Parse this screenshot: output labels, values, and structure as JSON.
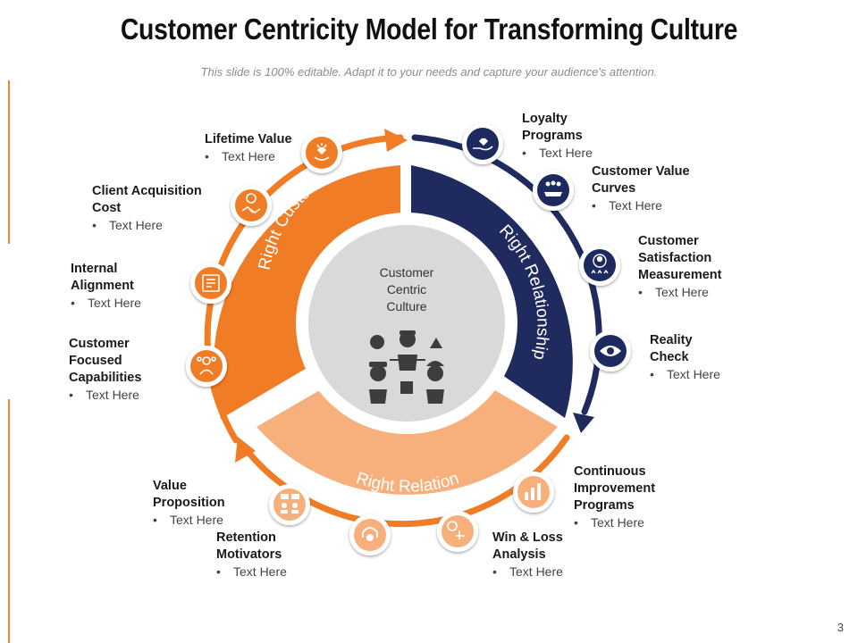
{
  "slide": {
    "title": "Customer Centricity Model for Transforming Culture",
    "subtitle": "This slide is 100% editable. Adapt it to your needs and capture your audience's attention.",
    "page_number": "3"
  },
  "colors": {
    "orange": "#f07c26",
    "light_orange": "#f7b07c",
    "navy": "#1f2b5e",
    "center_gray": "#d9d9d9",
    "icon_gray": "#3d3d3d"
  },
  "center": {
    "lines": [
      "Customer",
      "Centric",
      "Culture"
    ]
  },
  "segments": {
    "right_customer": "Right Customer",
    "right_relationship": "Right Relationship",
    "right_relation": "Right Relation"
  },
  "items": [
    {
      "title_lines": [
        "Lifetime Value"
      ],
      "bullet": "Text Here",
      "icon": "hand-heart-icon"
    },
    {
      "title_lines": [
        "Client Acquisition",
        "Cost"
      ],
      "bullet": "Text Here",
      "icon": "handshake-dollar-icon"
    },
    {
      "title_lines": [
        "Internal",
        "Alignment"
      ],
      "bullet": "Text Here",
      "icon": "document-icon"
    },
    {
      "title_lines": [
        "Customer",
        "Focused",
        "Capabilities"
      ],
      "bullet": "Text Here",
      "icon": "people-gears-icon"
    },
    {
      "title_lines": [
        "Loyalty",
        "Programs"
      ],
      "bullet": "Text Here",
      "icon": "hand-heart-icon"
    },
    {
      "title_lines": [
        "Customer Value",
        "Curves"
      ],
      "bullet": "Text Here",
      "icon": "team-hand-icon"
    },
    {
      "title_lines": [
        "Customer",
        "Satisfaction",
        "Measurement"
      ],
      "bullet": "Text Here",
      "icon": "user-rating-icon"
    },
    {
      "title_lines": [
        "Reality",
        "Check"
      ],
      "bullet": "Text Here",
      "icon": "eye-icon"
    },
    {
      "title_lines": [
        "Continuous",
        "Improvement",
        "Programs"
      ],
      "bullet": "Text Here",
      "icon": "bar-chart-icon"
    },
    {
      "title_lines": [
        "Win & Loss",
        "Analysis"
      ],
      "bullet": "Text Here",
      "icon": "analysis-icon"
    },
    {
      "title_lines": [
        "Retention",
        "Motivators"
      ],
      "bullet": "Text Here",
      "icon": "magnet-icon"
    },
    {
      "title_lines": [
        "Value",
        "Proposition"
      ],
      "bullet": "Text Here",
      "icon": "team-chat-icon"
    }
  ]
}
